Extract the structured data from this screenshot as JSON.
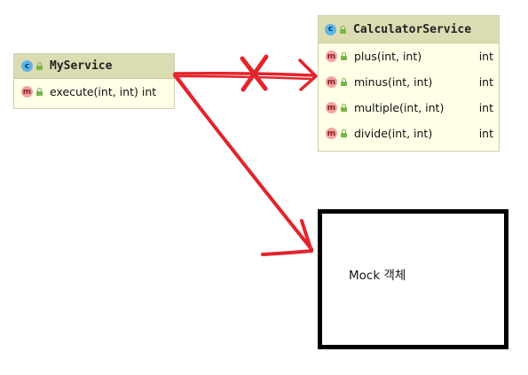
{
  "my_service": {
    "name": "MyService",
    "methods": [
      {
        "name": "execute(int, int)",
        "type": "int"
      }
    ]
  },
  "calculator_service": {
    "name": "CalculatorService",
    "methods": [
      {
        "name": "plus(int, int)",
        "type": "int"
      },
      {
        "name": "minus(int, int)",
        "type": "int"
      },
      {
        "name": "multiple(int, int)",
        "type": "int"
      },
      {
        "name": "divide(int, int)",
        "type": "int"
      }
    ]
  },
  "mock": {
    "label": "Mock 객체"
  },
  "icons": {
    "class_badge": "c",
    "method_badge": "m"
  },
  "colors": {
    "annotation": "#e3242b",
    "uml_header": "#dcdcb3",
    "uml_body": "#fffee6",
    "class_badge": "#5fb4e6",
    "method_badge": "#f2a3a3",
    "lock": "#7ab54a"
  }
}
